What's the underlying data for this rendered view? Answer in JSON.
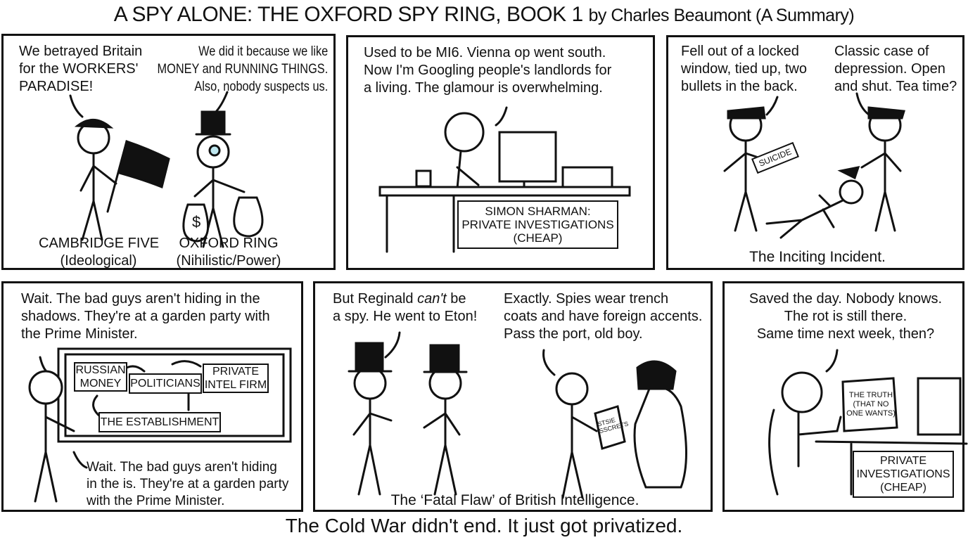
{
  "title": {
    "main": "A SPY ALONE: THE OXFORD SPY RING, BOOK 1",
    "byline": "by Charles Beaumont (A Summary)"
  },
  "panels": [
    {
      "left_speech": "We betrayed Britain\nfor the WORKERS'\nPARADISE!",
      "right_speech": "We did it because we like\nMONEY and RUNNING THINGS.\nAlso, nobody suspects us.",
      "left_label": "CAMBRIDGE FIVE\n(Ideological)",
      "right_label": "OXFORD RING\n(Nihilistic/Power)"
    },
    {
      "speech": "Used to be MI6. Vienna op went south.\nNow I'm Googling people's landlords for\na living. The glamour is overwhelming.",
      "sign": "SIMON SHARMAN:\nPRIVATE INVESTIGATIONS\n(CHEAP)"
    },
    {
      "left_speech": "Fell out of a locked\nwindow, tied up, two\nbullets in the back.",
      "right_speech": "Classic case of\ndepression. Open\nand shut. Tea time?",
      "stamp_label": "SUICIDE",
      "caption": "The Inciting Incident."
    },
    {
      "top_speech": "Wait. The bad guys aren't hiding in the\nshadows. They're at a garden party with\nthe Prime Minister.",
      "board": [
        "RUSSIAN\nMONEY",
        "POLITICIANS",
        "PRIVATE\nINTEL FIRM",
        "THE ESTABLISHMENT"
      ],
      "bottom_speech": "Wait. The bad guys aren't hiding\nin the is. They're at a garden party\nwith the Prime Minister."
    },
    {
      "left_speech_a": "But Reginald ",
      "left_speech_em": "can't",
      "left_speech_b": " be\na spy. He went to Eton!",
      "right_speech": "Exactly. Spies wear trench\ncoats and have foreign accents.\nPass the port, old boy.",
      "folder": "STSIE\nSSCRETS",
      "caption": "The ‘Fatal Flaw’ of British Intelligence."
    },
    {
      "speech": "Saved the day. Nobody knows.\nThe rot is still there.\nSame time next week, then?",
      "folder": "THE TRUTH\n(THAT NO\nONE WANTS)",
      "sign": "PRIVATE\nINVESTIGATIONS\n(CHEAP)"
    }
  ],
  "caption": "The Cold War didn't end. It just got privatized."
}
